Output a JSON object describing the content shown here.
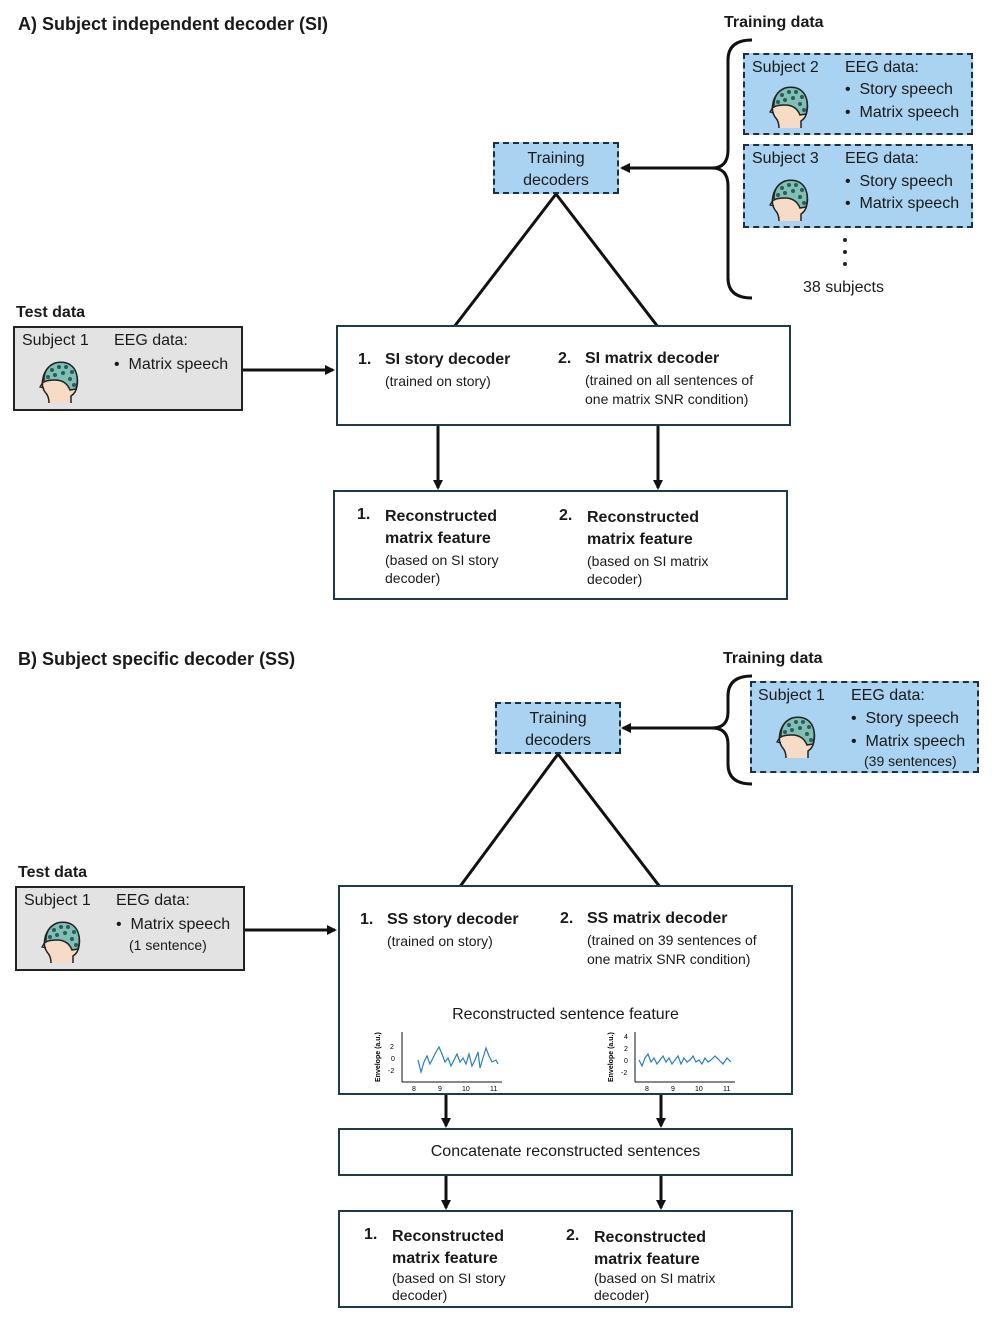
{
  "panel_a": {
    "title": "A) Subject independent decoder (SI)",
    "training_data_label": "Training data",
    "training_boxes": [
      {
        "subject": "Subject 2",
        "eeg": "EEG data:",
        "items": [
          "Story speech",
          "Matrix speech"
        ]
      },
      {
        "subject": "Subject 3",
        "eeg": "EEG data:",
        "items": [
          "Story speech",
          "Matrix speech"
        ]
      }
    ],
    "subjects_count": "38 subjects",
    "training_decoders": [
      "Training",
      "decoders"
    ],
    "test_data_label": "Test data",
    "test_box": {
      "subject": "Subject 1",
      "eeg": "EEG data:",
      "items": [
        "Matrix speech"
      ]
    },
    "decoders": [
      {
        "num": "1.",
        "name": "SI story decoder",
        "desc": [
          "(trained on story)"
        ]
      },
      {
        "num": "2.",
        "name": "SI matrix decoder",
        "desc": [
          "(trained on all sentences of",
          "one matrix SNR condition)"
        ]
      }
    ],
    "reconstructed": [
      {
        "num": "1.",
        "name": [
          "Reconstructed",
          "matrix feature"
        ],
        "desc": [
          "(based on SI story",
          "decoder)"
        ]
      },
      {
        "num": "2.",
        "name": [
          "Reconstructed",
          "matrix feature"
        ],
        "desc": [
          "(based on SI matrix",
          "decoder)"
        ]
      }
    ]
  },
  "panel_b": {
    "title": "B) Subject specific decoder (SS)",
    "training_data_label": "Training data",
    "training_box": {
      "subject": "Subject 1",
      "eeg": "EEG data:",
      "items": [
        "Story speech",
        "Matrix speech"
      ],
      "note": "(39 sentences)"
    },
    "training_decoders": [
      "Training",
      "decoders"
    ],
    "test_data_label": "Test data",
    "test_box": {
      "subject": "Subject 1",
      "eeg": "EEG data:",
      "items": [
        "Matrix speech"
      ],
      "note": "(1 sentence)"
    },
    "decoders": [
      {
        "num": "1.",
        "name": "SS story decoder",
        "desc": [
          "(trained on story)"
        ]
      },
      {
        "num": "2.",
        "name": "SS matrix decoder",
        "desc": [
          "(trained on 39 sentences of",
          "one matrix SNR condition)"
        ]
      }
    ],
    "reconstructed_sentence_label": "Reconstructed sentence feature",
    "mini_plots": [
      {
        "ylabel": "Envelope (a.u.)",
        "yticks": [
          "2",
          "0",
          "-2"
        ],
        "xticks": [
          "8",
          "9",
          "10",
          "11"
        ]
      },
      {
        "ylabel": "Envelope (a.u.)",
        "yticks": [
          "4",
          "2",
          "0",
          "-2"
        ],
        "xticks": [
          "8",
          "9",
          "10",
          "11"
        ]
      }
    ],
    "concatenate_label": "Concatenate reconstructed sentences",
    "reconstructed": [
      {
        "num": "1.",
        "name": [
          "Reconstructed",
          "matrix feature"
        ],
        "desc": [
          "(based on SI story",
          "decoder)"
        ]
      },
      {
        "num": "2.",
        "name": [
          "Reconstructed",
          "matrix feature"
        ],
        "desc": [
          "(based on SI matrix",
          "decoder)"
        ]
      }
    ]
  },
  "colors": {
    "box_fill": "#a9d3f0",
    "grey_fill": "#e3e3e3",
    "line": "#1f3a4d",
    "head": "#7fbfb5",
    "trace": "#2a7fc0"
  }
}
